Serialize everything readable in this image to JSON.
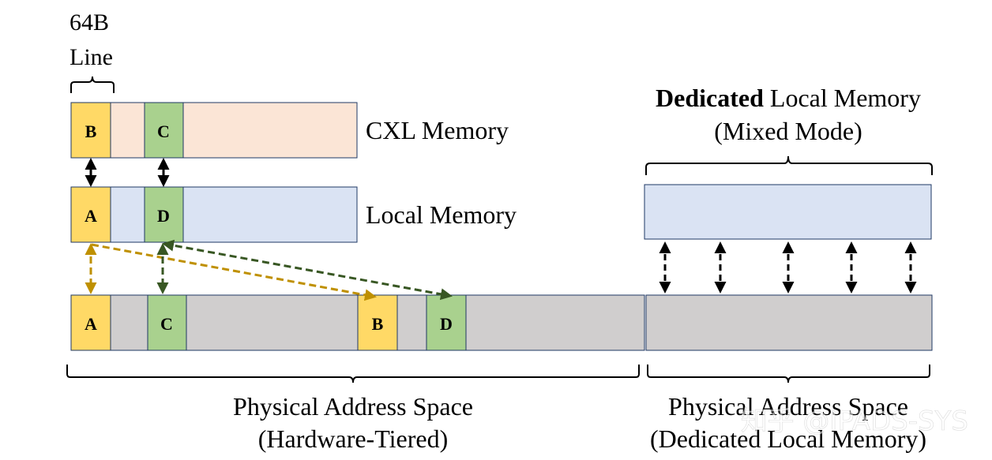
{
  "line_label": {
    "size": "64B",
    "unit": "Line"
  },
  "rows": {
    "cxl": {
      "label": "CXL Memory",
      "blocks": [
        "B",
        "C"
      ]
    },
    "local": {
      "label": "Local Memory",
      "blocks": [
        "A",
        "D"
      ]
    },
    "physical": {
      "blocks": [
        "A",
        "C",
        "B",
        "D"
      ]
    }
  },
  "dedicated": {
    "title_bold": "Dedicated",
    "title_rest": " Local Memory",
    "subtitle": "(Mixed Mode)"
  },
  "captions": {
    "left_line1": "Physical Address Space",
    "left_line2": "(Hardware-Tiered)",
    "right_line1": "Physical Address Space",
    "right_line2": "(Dedicated Local Memory)"
  },
  "watermark": "知乎 @IPADS-SYS",
  "colors": {
    "cxl_fill": "#fbe5d6",
    "local_fill": "#dae3f3",
    "phys_fill": "#d0cece",
    "yellow": "#ffd966",
    "green": "#a9d18e",
    "arrow_gold": "#bf9000",
    "arrow_green": "#385723"
  }
}
